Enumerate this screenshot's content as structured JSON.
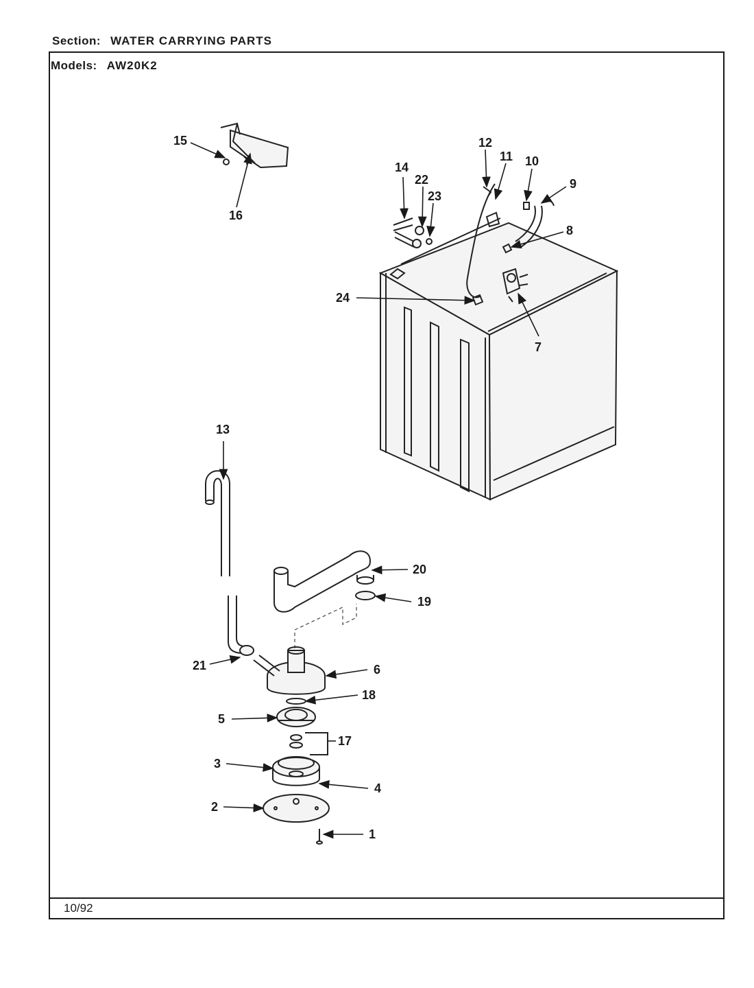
{
  "header": {
    "section_label": "Section:",
    "section_value": "WATER CARRYING PARTS",
    "models_label": "Models:",
    "models_value": "AW20K2"
  },
  "footer": {
    "date": "10/92"
  },
  "callouts": {
    "c1": "1",
    "c2": "2",
    "c3": "3",
    "c4": "4",
    "c5": "5",
    "c6": "6",
    "c7": "7",
    "c8": "8",
    "c9": "9",
    "c10": "10",
    "c11": "11",
    "c12": "12",
    "c13": "13",
    "c14": "14",
    "c15": "15",
    "c16": "16",
    "c17": "17",
    "c18": "18",
    "c19": "19",
    "c20": "20",
    "c21": "21",
    "c22": "22",
    "c23": "23",
    "c24": "24"
  }
}
